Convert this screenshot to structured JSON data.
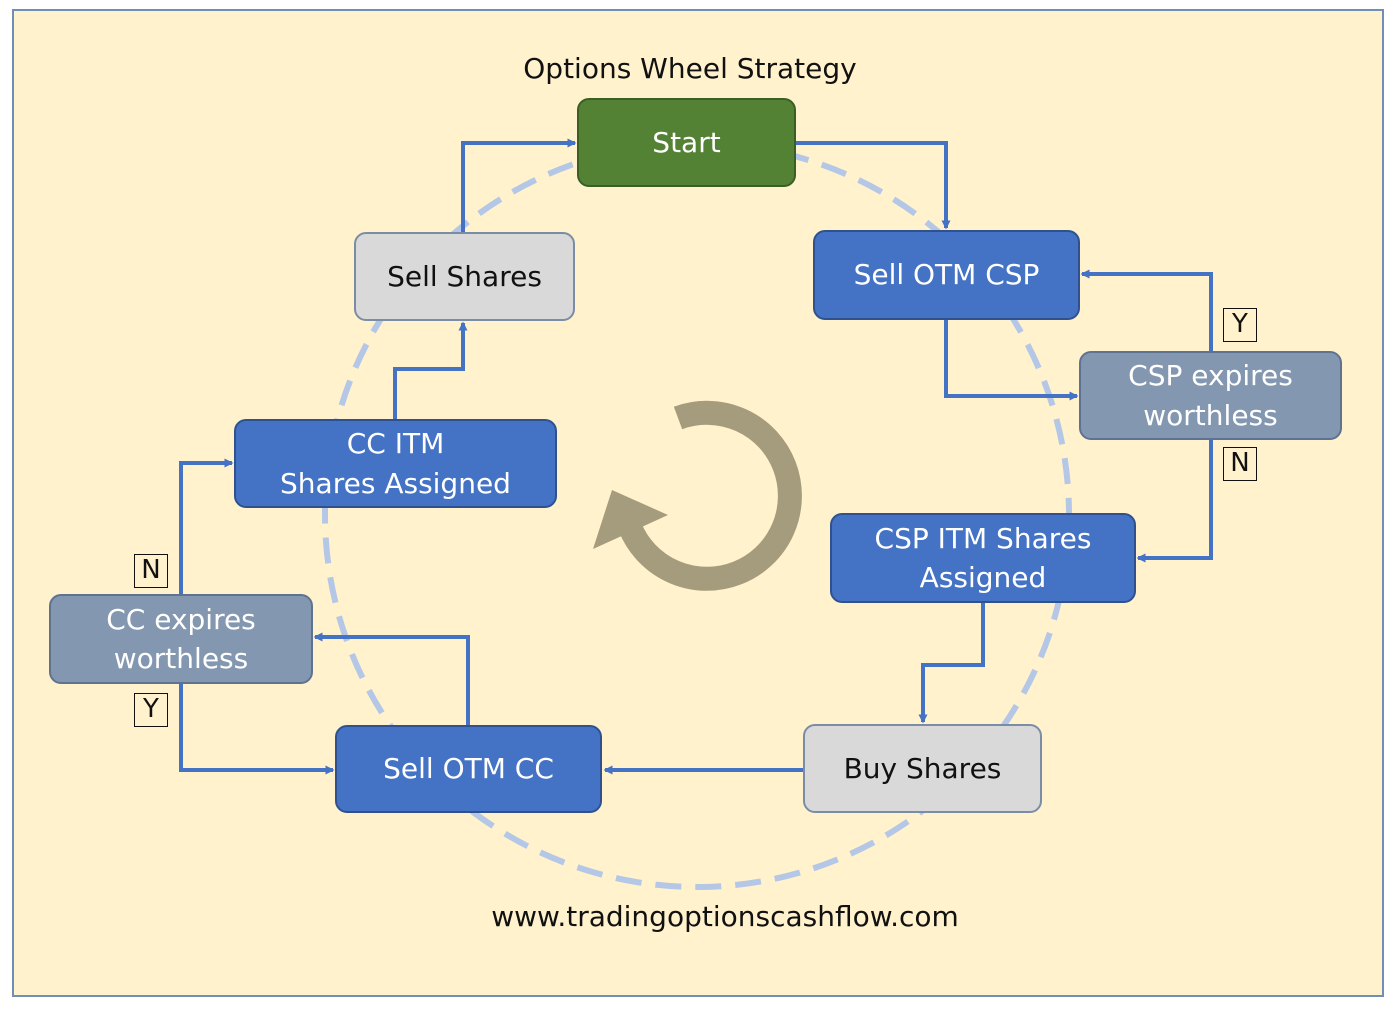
{
  "title": "Options Wheel Strategy",
  "footer": "www.tradingoptionscashflow.com",
  "colors": {
    "background": "#fff2cc",
    "start": "#548235",
    "action": "#4472c4",
    "decision": "#8497b0",
    "shares": "#d9d9d9",
    "arrow": "#4472c4",
    "circle": "#b4c7e7",
    "cycle_icon": "#a59c7e"
  },
  "center_icon": "cycle-arrow-icon",
  "nodes": {
    "start": {
      "lines": [
        "Start"
      ]
    },
    "sell_otm_csp": {
      "lines": [
        "Sell OTM CSP"
      ]
    },
    "csp_expires": {
      "lines": [
        "CSP expires",
        "worthless"
      ]
    },
    "csp_itm": {
      "lines": [
        "CSP ITM Shares",
        "Assigned"
      ]
    },
    "buy_shares": {
      "lines": [
        "Buy Shares"
      ]
    },
    "sell_otm_cc": {
      "lines": [
        "Sell OTM CC"
      ]
    },
    "cc_expires": {
      "lines": [
        "CC expires",
        "worthless"
      ]
    },
    "cc_itm": {
      "lines": [
        "CC ITM",
        "Shares Assigned"
      ]
    },
    "sell_shares": {
      "lines": [
        "Sell Shares"
      ]
    }
  },
  "decision_labels": {
    "csp_yes": "Y",
    "csp_no": "N",
    "cc_no": "N",
    "cc_yes": "Y"
  }
}
